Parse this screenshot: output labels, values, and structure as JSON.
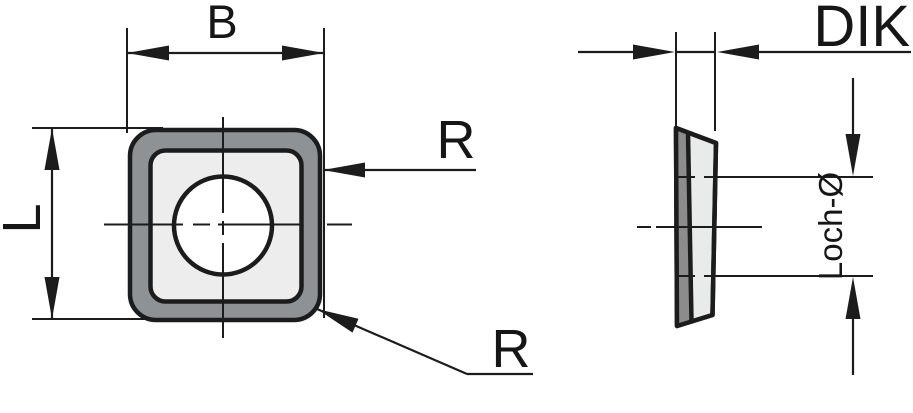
{
  "drawing": {
    "title": "indexable-insert-dimension-drawing",
    "labels": {
      "width": "B",
      "length": "L",
      "corner_radius_upper": "R",
      "corner_radius_lower": "R",
      "thickness": "DIK",
      "hole_diameter": "Loch-Ø"
    },
    "colors": {
      "background": "#ffffff",
      "line": "#1c1c1c",
      "rim_gray": "#8f9294",
      "face_gray": "#ededed",
      "hole_white": "#ffffff",
      "side_edge_dark": "#8c8c8c",
      "side_face_light": "#e9eaea"
    }
  }
}
